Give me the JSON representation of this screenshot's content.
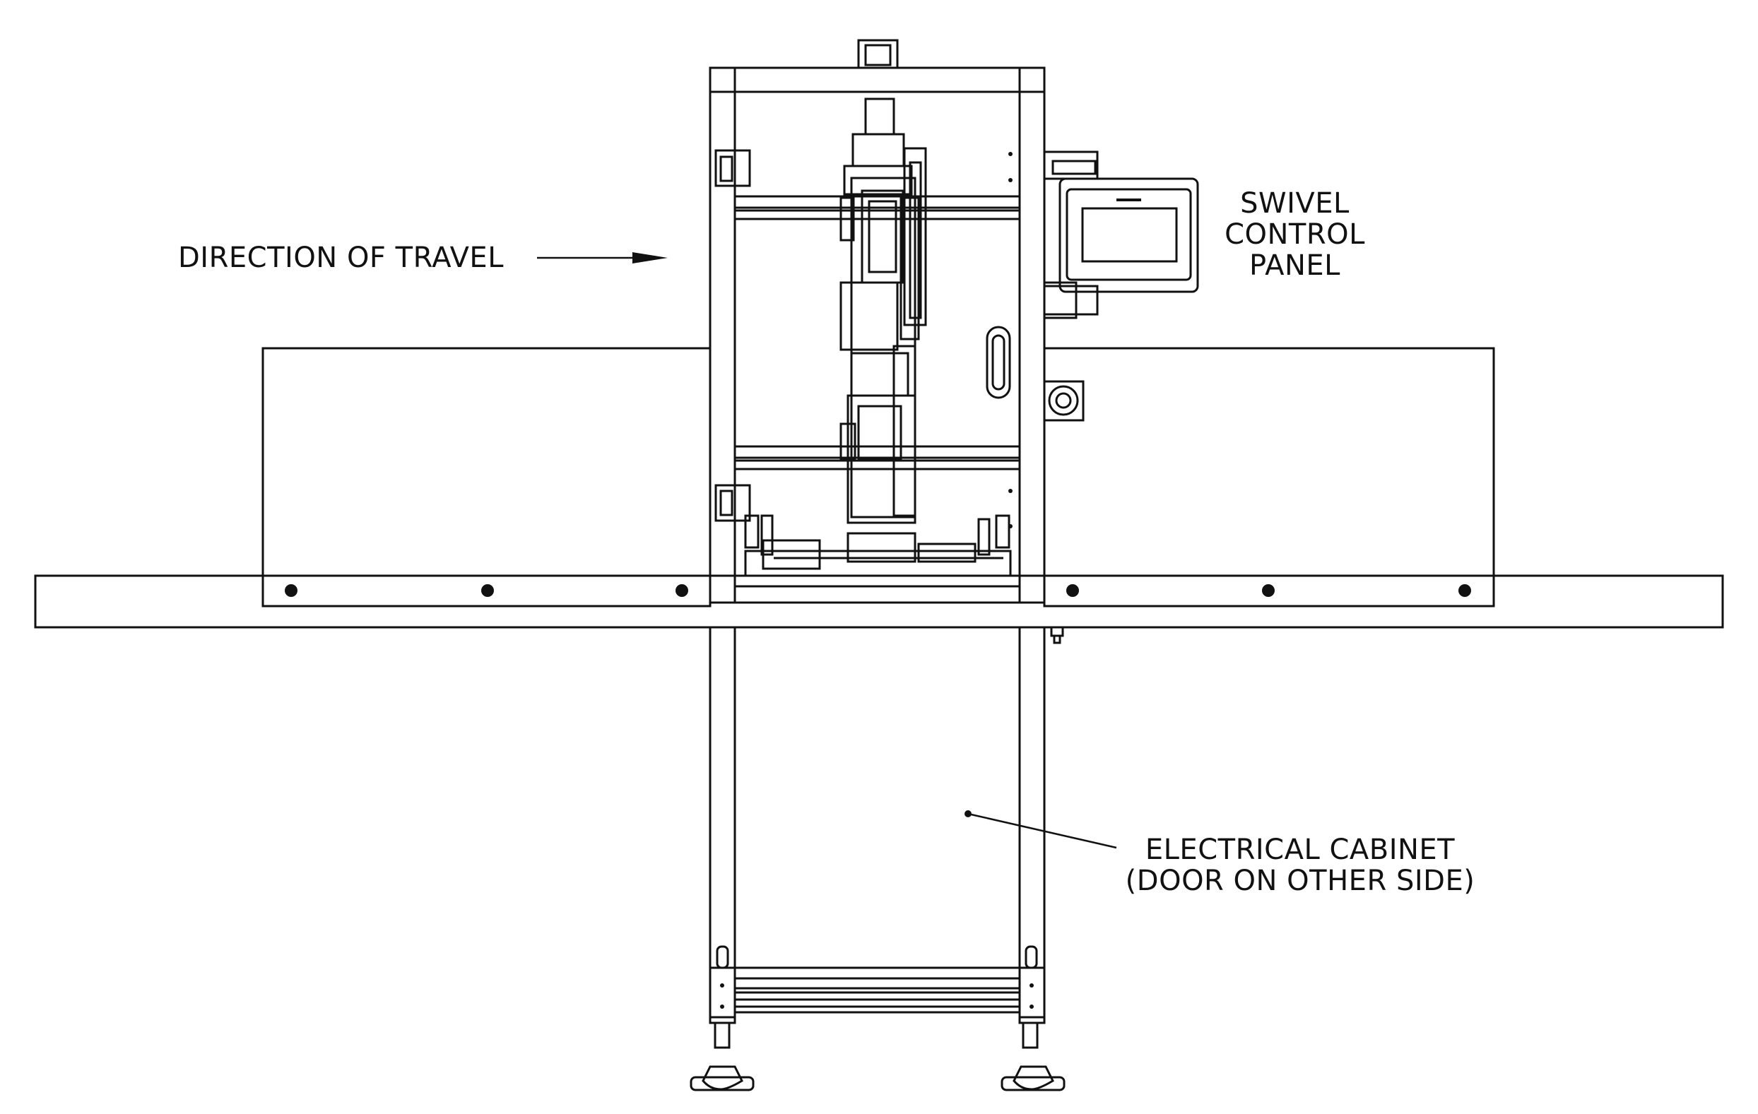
{
  "labels": {
    "direction": "DIRECTION OF TRAVEL",
    "panel": [
      "SWIVEL",
      "CONTROL",
      "PANEL"
    ],
    "cabinet": [
      "ELECTRICAL CABINET",
      "(DOOR ON OTHER SIDE)"
    ]
  },
  "colors": {
    "line": "#111111",
    "background": "#ffffff"
  }
}
